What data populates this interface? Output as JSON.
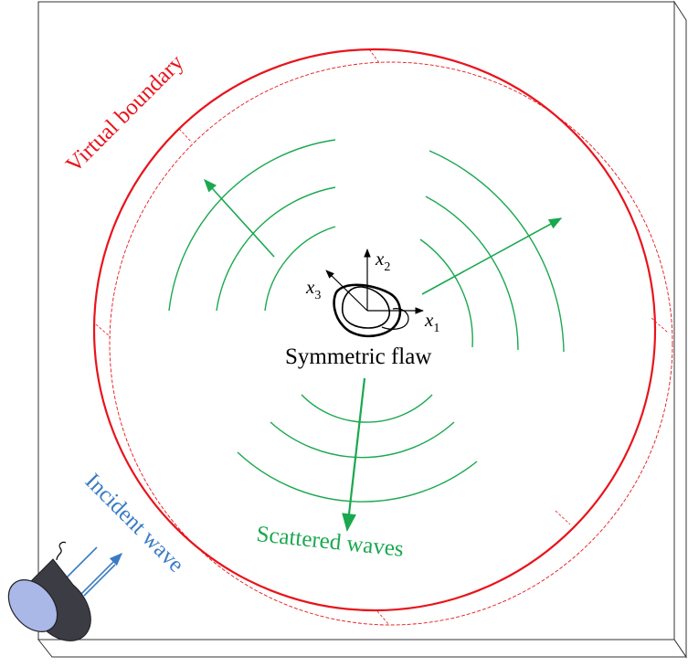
{
  "labels": {
    "virtual_boundary": "Virtual boundary",
    "symmetric_flaw": "Symmetric flaw",
    "scattered_waves": "Scattered waves",
    "incident_wave": "Incident wave",
    "axis_x1_base": "x",
    "axis_x1_sub": "1",
    "axis_x2_base": "x",
    "axis_x2_sub": "2",
    "axis_x3_base": "x",
    "axis_x3_sub": "3"
  },
  "colors": {
    "boundary": "#e8141c",
    "scattered": "#1aa84f",
    "incident": "#3a7cc4",
    "transducer_face": "#aab8e8",
    "transducer_body": "#3c3c44",
    "ink": "#000000",
    "plate_edge": "#333333"
  }
}
